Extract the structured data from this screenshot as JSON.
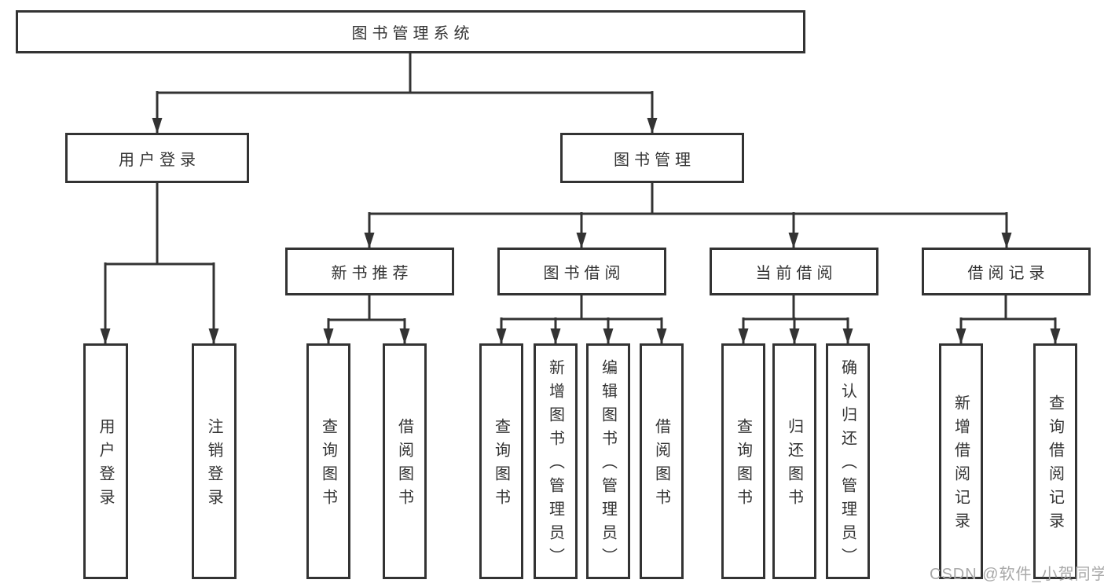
{
  "tree": {
    "root": {
      "label": "图书管理系统"
    },
    "user_login": {
      "label": "用户登录",
      "children": [
        {
          "label": "用户登录"
        },
        {
          "label": "注销登录"
        }
      ]
    },
    "book_management": {
      "label": "图书管理",
      "sections": [
        {
          "label": "新书推荐",
          "children": [
            {
              "label": "查询图书"
            },
            {
              "label": "借阅图书"
            }
          ]
        },
        {
          "label": "图书借阅",
          "children": [
            {
              "label": "查询图书"
            },
            {
              "label": "新增图书（管理员）"
            },
            {
              "label": "编辑图书（管理员）"
            },
            {
              "label": "借阅图书"
            }
          ]
        },
        {
          "label": "当前借阅",
          "children": [
            {
              "label": "查询图书"
            },
            {
              "label": "归还图书"
            },
            {
              "label": "确认归还（管理员）"
            }
          ]
        },
        {
          "label": "借阅记录",
          "children": [
            {
              "label": "新增借阅记录"
            },
            {
              "label": "查询借阅记录"
            }
          ]
        }
      ]
    }
  },
  "watermark": {
    "text": "CSDN @软件_小贺同学"
  },
  "colors": {
    "line": "#333333",
    "text": "#333333",
    "background": "#ffffff",
    "watermark_text": "#a8a8a8"
  }
}
